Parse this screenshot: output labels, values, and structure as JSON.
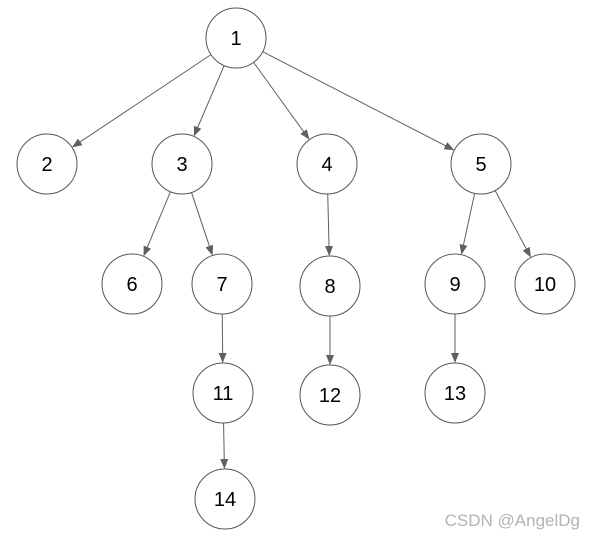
{
  "diagram": {
    "type": "tree",
    "nodes": [
      {
        "id": "n1",
        "label": "1"
      },
      {
        "id": "n2",
        "label": "2"
      },
      {
        "id": "n3",
        "label": "3"
      },
      {
        "id": "n4",
        "label": "4"
      },
      {
        "id": "n5",
        "label": "5"
      },
      {
        "id": "n6",
        "label": "6"
      },
      {
        "id": "n7",
        "label": "7"
      },
      {
        "id": "n8",
        "label": "8"
      },
      {
        "id": "n9",
        "label": "9"
      },
      {
        "id": "n10",
        "label": "10"
      },
      {
        "id": "n11",
        "label": "11"
      },
      {
        "id": "n12",
        "label": "12"
      },
      {
        "id": "n13",
        "label": "13"
      },
      {
        "id": "n14",
        "label": "14"
      }
    ],
    "edges": [
      {
        "from": "n1",
        "to": "n2"
      },
      {
        "from": "n1",
        "to": "n3"
      },
      {
        "from": "n1",
        "to": "n4"
      },
      {
        "from": "n1",
        "to": "n5"
      },
      {
        "from": "n3",
        "to": "n6"
      },
      {
        "from": "n3",
        "to": "n7"
      },
      {
        "from": "n4",
        "to": "n8"
      },
      {
        "from": "n5",
        "to": "n9"
      },
      {
        "from": "n5",
        "to": "n10"
      },
      {
        "from": "n7",
        "to": "n11"
      },
      {
        "from": "n8",
        "to": "n12"
      },
      {
        "from": "n9",
        "to": "n13"
      },
      {
        "from": "n11",
        "to": "n14"
      }
    ]
  },
  "watermark": {
    "text": "CSDN @AngelDg"
  },
  "colors": {
    "node_stroke": "#555555",
    "edge_stroke": "#5f5f5f",
    "label": "#000000",
    "watermark": "#b3b3b3"
  }
}
